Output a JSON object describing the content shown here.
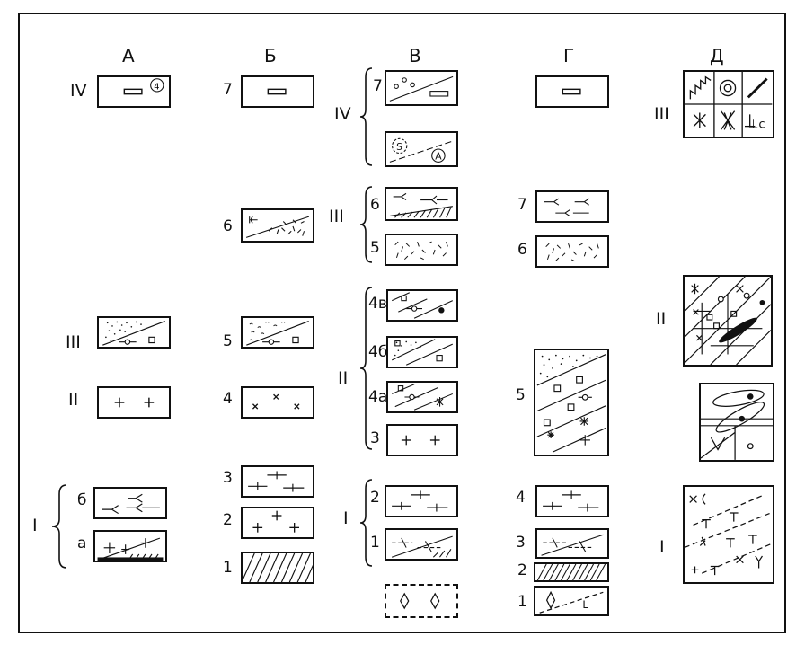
{
  "columns": {
    "a": "А",
    "b": "Б",
    "v": "В",
    "g": "Г",
    "d": "Д"
  },
  "col_a": {
    "IV": "IV",
    "IV_box_mark": "4",
    "III": "III",
    "II": "II",
    "I": "I",
    "b6": "б",
    "a": "а"
  },
  "col_b": {
    "n7": "7",
    "n6": "6",
    "n5": "5",
    "n4": "4",
    "n3": "3",
    "n2": "2",
    "n1": "1"
  },
  "col_v": {
    "IV": "IV",
    "III": "III",
    "II": "II",
    "I": "I",
    "n7": "7",
    "n6": "6",
    "n5": "5",
    "n4v": "4в",
    "n4b": "4б",
    "n4a": "4а",
    "n3": "3",
    "n2": "2",
    "n1": "1",
    "circle_s": "S",
    "circle_a": "A"
  },
  "col_g": {
    "n7": "7",
    "n6": "6",
    "n5": "5",
    "n4": "4",
    "n3": "3",
    "n2": "2",
    "n1": "1",
    "box1_mark": "L"
  },
  "col_d": {
    "III": "III",
    "II": "II",
    "I": "I",
    "cell_c": "⊥c"
  }
}
